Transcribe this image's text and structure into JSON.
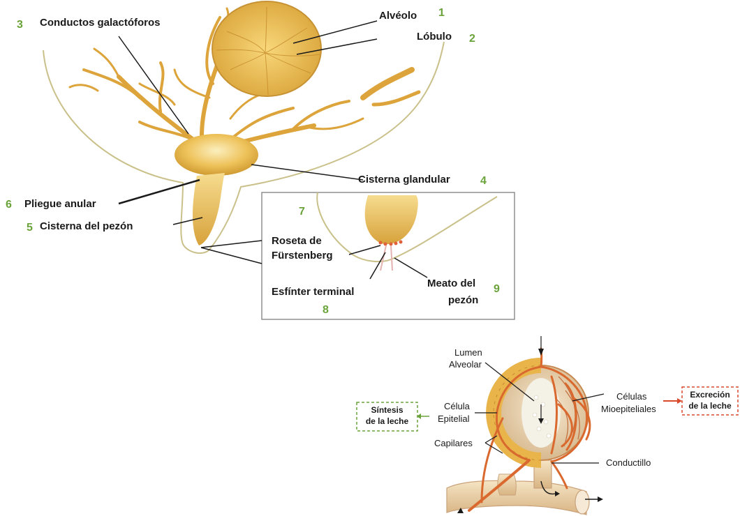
{
  "colors": {
    "gland": "#e8b84a",
    "gland_light": "#f7e3a3",
    "gland_dark": "#c9902a",
    "vessel": "#d9692e",
    "number": "#6aa33a",
    "synthesis_box": "#6aa33a",
    "excretion_box": "#d9482b"
  },
  "top_diagram": {
    "labels": {
      "alveolo": "Alvéolo",
      "lobulo": "Lóbulo",
      "conductos": "Conductos galactóforos",
      "cisterna_glandular": "Cisterna glandular",
      "pliegue_anular": "Pliegue anular",
      "cisterna_pezon": "Cisterna del pezón",
      "roseta_line1": "Roseta de",
      "roseta_line2": "Fürstenberg",
      "esfinter": "Esfínter terminal",
      "meato_line1": "Meato del",
      "meato_line2": "pezón"
    },
    "numbers": {
      "n1": "1",
      "n2": "2",
      "n3": "3",
      "n4": "4",
      "n5": "5",
      "n6": "6",
      "n7": "7",
      "n8": "8",
      "n9": "9"
    }
  },
  "bottom_diagram": {
    "labels": {
      "lumen_line1": "Lumen",
      "lumen_line2": "Alveolar",
      "celula_line1": "Célula",
      "celula_line2": "Epitelial",
      "capilares": "Capilares",
      "celulas_line1": "Células",
      "celulas_line2": "Mioepiteliales",
      "conductillo": "Conductillo"
    },
    "boxes": {
      "sintesis_line1": "Síntesis",
      "sintesis_line2": "de la leche",
      "excrecion_line1": "Excreción",
      "excrecion_line2": "de la leche"
    }
  }
}
